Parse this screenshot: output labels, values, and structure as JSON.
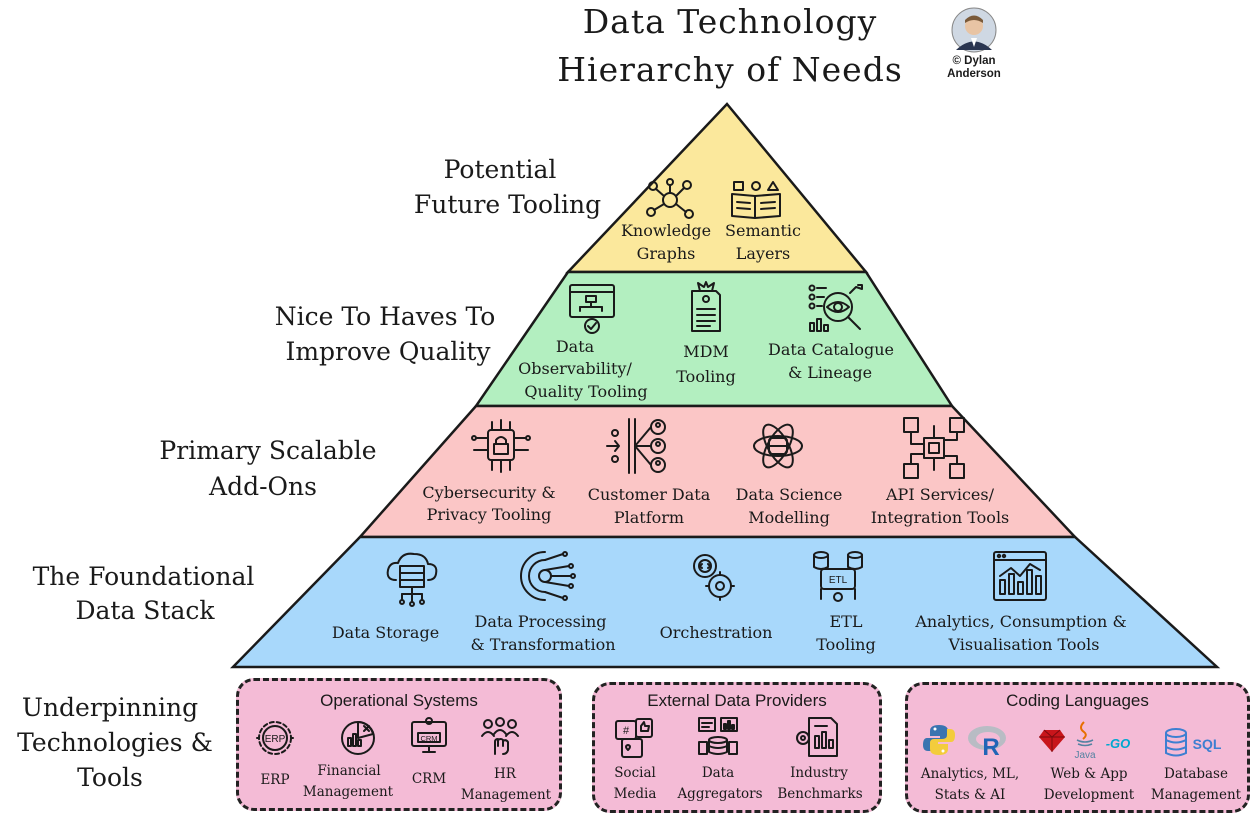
{
  "title": {
    "line1": "Data Technology",
    "line2": "Hierarchy of Needs"
  },
  "author": {
    "line1": "© Dylan",
    "line2": "Anderson"
  },
  "levels": {
    "future": {
      "side": [
        "Potential",
        "Future Tooling"
      ],
      "items": [
        {
          "lines": [
            "Knowledge",
            "Graphs"
          ],
          "icon": "network-graph-icon"
        },
        {
          "lines": [
            "Semantic",
            "Layers"
          ],
          "icon": "book-shapes-icon"
        }
      ]
    },
    "quality": {
      "side": [
        "Nice To Haves To",
        "Improve Quality"
      ],
      "items": [
        {
          "lines": [
            "Data",
            "Observability/",
            "Quality Tooling"
          ],
          "icon": "monitor-check-icon"
        },
        {
          "lines": [
            "MDM",
            "Tooling"
          ],
          "icon": "document-gear-icon"
        },
        {
          "lines": [
            "Data Catalogue",
            "& Lineage"
          ],
          "icon": "magnifier-eye-icon"
        }
      ]
    },
    "scalable": {
      "side": [
        "Primary Scalable",
        "Add-Ons"
      ],
      "items": [
        {
          "lines": [
            "Cybersecurity &",
            "Privacy Tooling"
          ],
          "icon": "chip-lock-icon"
        },
        {
          "lines": [
            "Customer Data",
            "Platform"
          ],
          "icon": "users-funnel-icon"
        },
        {
          "lines": [
            "Data Science",
            "Modelling"
          ],
          "icon": "atom-database-icon"
        },
        {
          "lines": [
            "API Services/",
            "Integration Tools"
          ],
          "icon": "integration-nodes-icon"
        }
      ]
    },
    "foundation": {
      "side": [
        "The Foundational",
        "Data Stack"
      ],
      "items": [
        {
          "lines": [
            "Data Storage"
          ],
          "icon": "cloud-server-icon"
        },
        {
          "lines": [
            "Data Processing",
            "& Transformation"
          ],
          "icon": "gear-circuit-icon"
        },
        {
          "lines": [
            "Orchestration"
          ],
          "icon": "gears-code-icon"
        },
        {
          "lines": [
            "ETL",
            "Tooling"
          ],
          "icon": "etl-database-icon"
        },
        {
          "lines": [
            "Analytics, Consumption &",
            "Visualisation Tools"
          ],
          "icon": "dashboard-chart-icon"
        }
      ]
    }
  },
  "underpinning": {
    "side": [
      "Underpinning",
      "Technologies &",
      "Tools"
    ],
    "groups": [
      {
        "title": "Operational Systems",
        "items": [
          {
            "lines": [
              "ERP"
            ],
            "icon": "erp-gear-icon"
          },
          {
            "lines": [
              "Financial",
              "Management"
            ],
            "icon": "finance-chart-icon"
          },
          {
            "lines": [
              "CRM"
            ],
            "icon": "crm-monitor-icon"
          },
          {
            "lines": [
              "HR",
              "Management"
            ],
            "icon": "hr-people-icon"
          }
        ]
      },
      {
        "title": "External Data Providers",
        "items": [
          {
            "lines": [
              "Social",
              "Media"
            ],
            "icon": "social-media-icon"
          },
          {
            "lines": [
              "Data",
              "Aggregators"
            ],
            "icon": "aggregator-icon"
          },
          {
            "lines": [
              "Industry",
              "Benchmarks"
            ],
            "icon": "benchmark-report-icon"
          }
        ]
      },
      {
        "title": "Coding Languages",
        "items": [
          {
            "lines": [
              "Analytics, ML,",
              "Stats & AI"
            ],
            "icon": "python-r-icon"
          },
          {
            "lines": [
              "Web & App",
              "Development"
            ],
            "icon": "ruby-java-go-icon"
          },
          {
            "lines": [
              "Database",
              "Management"
            ],
            "icon": "sql-database-icon"
          }
        ]
      },
      {
        "logos": {
          "r": "R",
          "java": "Java",
          "go": "-GO",
          "sql": "SQL"
        }
      }
    ]
  },
  "colors": {
    "future": "#fbe89c",
    "quality": "#b3efc0",
    "scalable": "#fbc6c6",
    "foundation": "#a8d8fb",
    "underpinning": "#f4bbd6"
  }
}
